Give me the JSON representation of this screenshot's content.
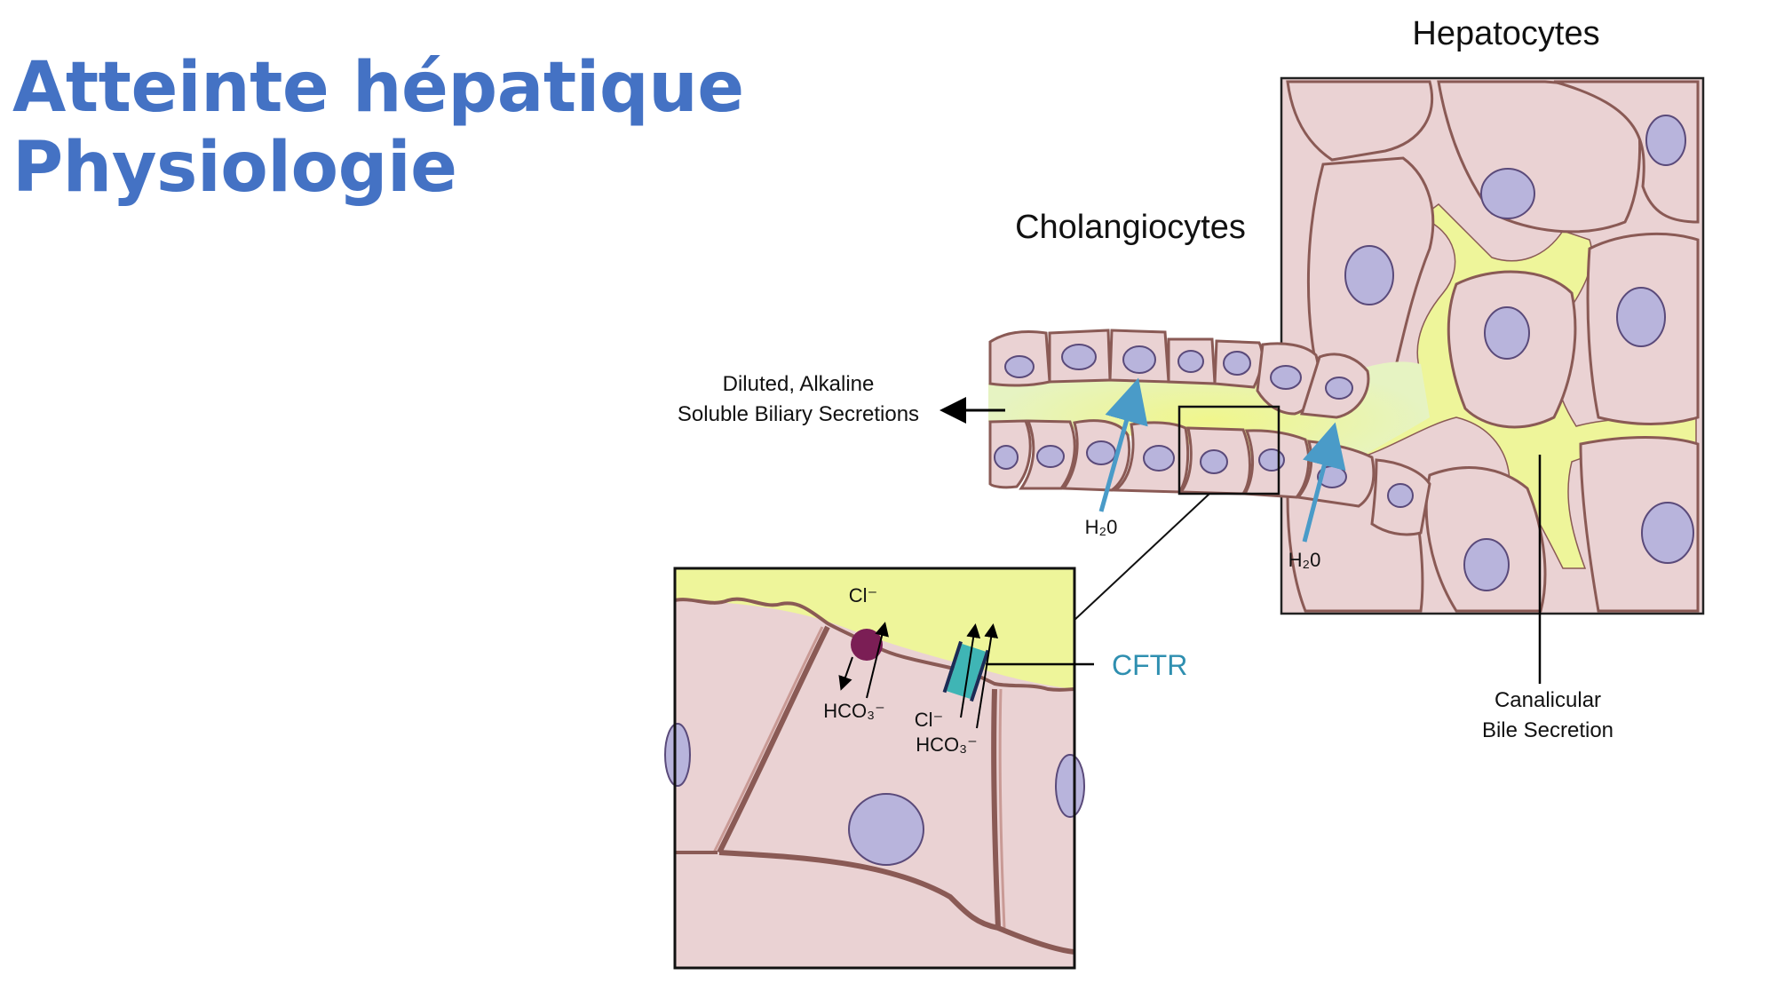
{
  "slide": {
    "title_line1": "Atteinte hépatique",
    "title_line2": "Physiologie"
  },
  "diagram": {
    "label_hepatocytes": "Hepatocytes",
    "label_cholangiocytes": "Cholangiocytes",
    "label_secretions_line1": "Diluted, Alkaline",
    "label_secretions_line2": "Soluble Biliary Secretions",
    "label_water_1": "H₂0",
    "label_water_2": "H₂0",
    "label_canalicular_line1": "Canalicular",
    "label_canalicular_line2": "Bile Secretion",
    "inset": {
      "label_cl_top": "Cl⁻",
      "label_hco3_left": "HCO₃⁻",
      "label_cl_mid": "Cl⁻",
      "label_hco3_mid": "HCO₃⁻",
      "label_cftr": "CFTR"
    },
    "colors": {
      "cell_fill": "#ead2d3",
      "cell_outline": "#8a5a55",
      "nucleus": "#b8b4dc",
      "bile": "#eef59a",
      "arrow_blue": "#4a9bc8",
      "cftr_teal": "#3fb5b5",
      "exchanger": "#7b1e55"
    }
  }
}
